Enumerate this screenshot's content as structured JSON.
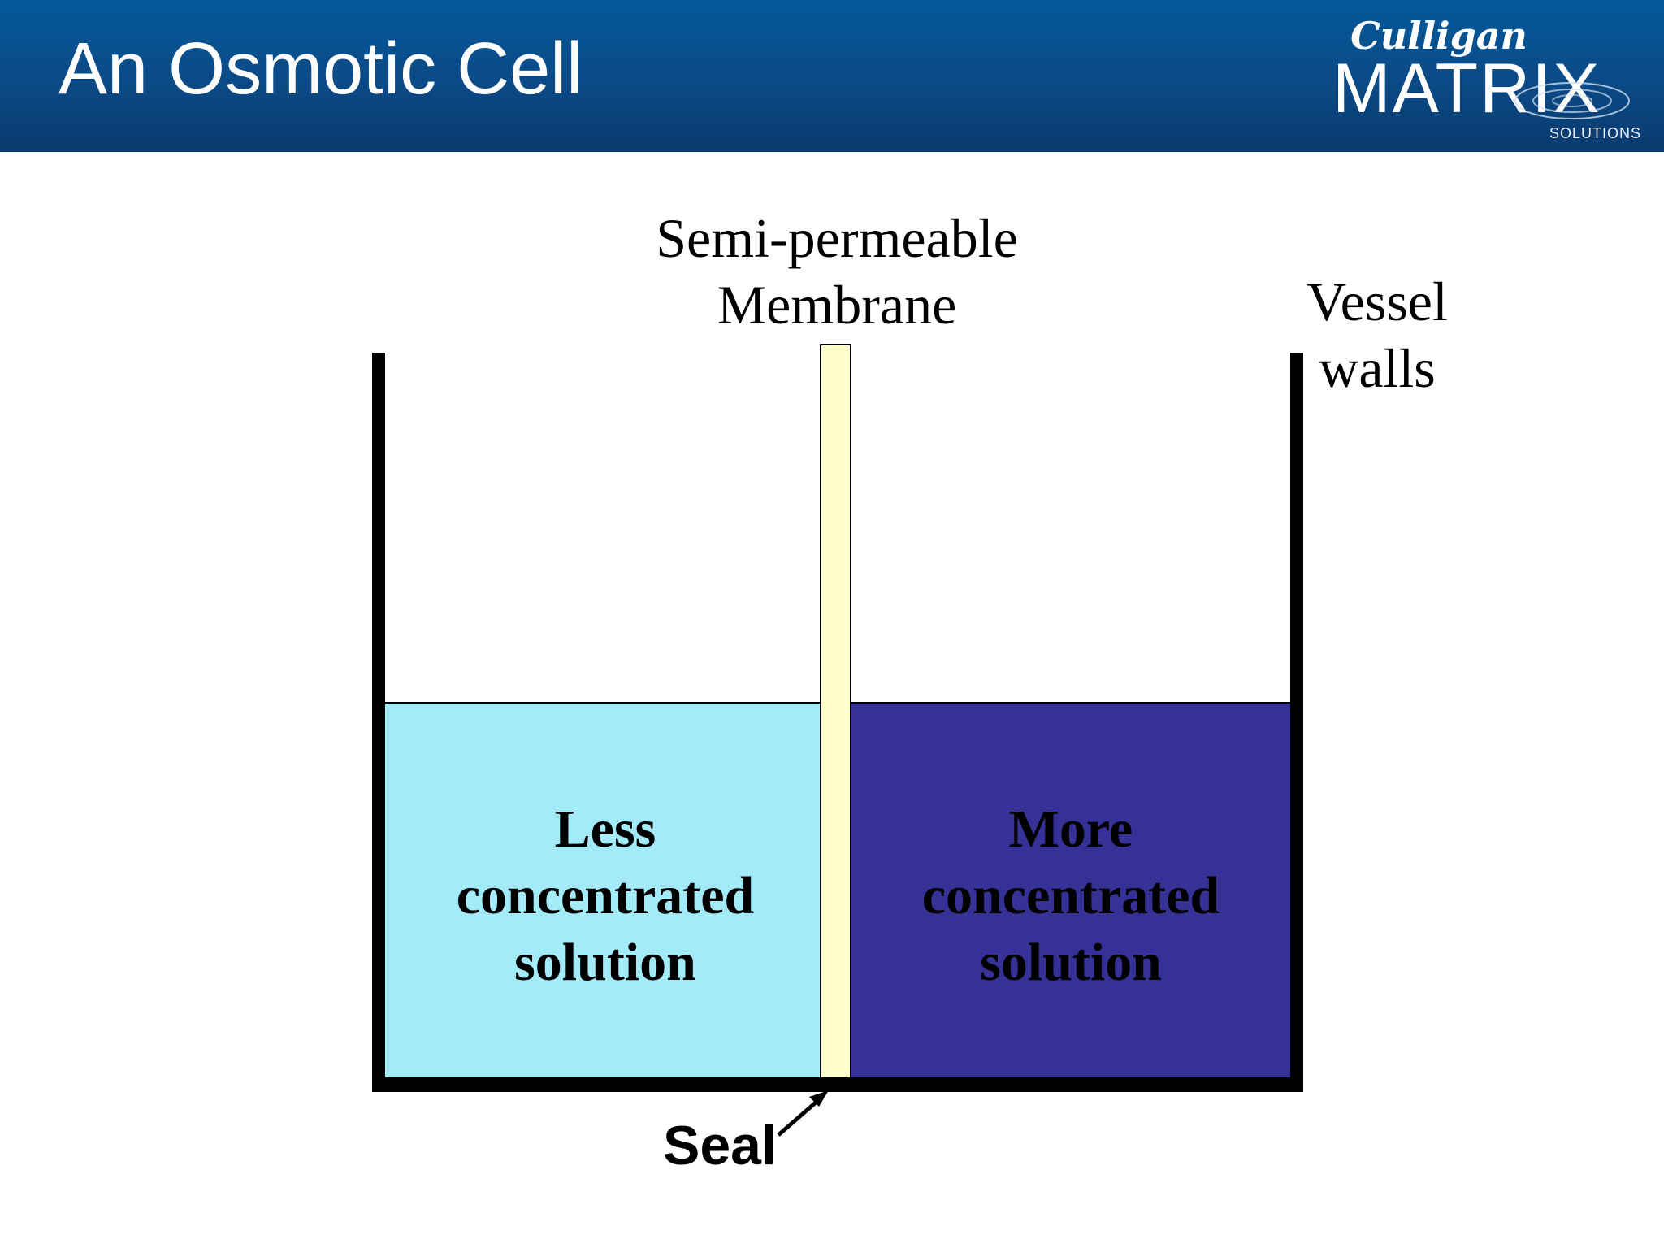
{
  "header": {
    "title": "An Osmotic Cell",
    "logo": {
      "script": "Culligan",
      "word": "MATRIX",
      "sub": "SOLUTIONS"
    }
  },
  "diagram": {
    "membrane_label": "Semi-permeable\nMembrane",
    "vessel_label": "Vessel\nwalls",
    "left_solution": "Less\nconcentrated\nsolution",
    "right_solution": "More\nconcentrated\nsolution",
    "seal_label": "Seal",
    "colors": {
      "left_solution": "#a4ebfa",
      "right_solution": "#363197",
      "membrane": "#ffffcc",
      "walls": "#000000",
      "header": "#0b4a86"
    }
  }
}
